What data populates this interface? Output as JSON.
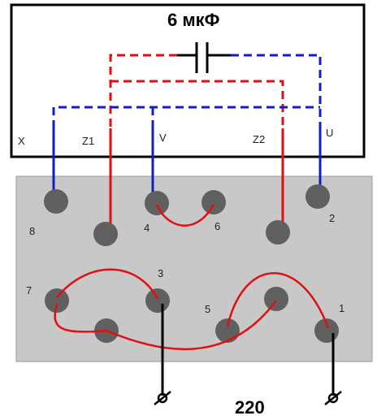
{
  "capacitor": {
    "label": "6 мкФ"
  },
  "voltage": {
    "label": "220"
  },
  "wire_labels": {
    "x": "X",
    "z1": "Z1",
    "v": "V",
    "z2": "Z2",
    "u": "U"
  },
  "terminal_numbers": {
    "t1": "1",
    "t2": "2",
    "t3": "3",
    "t4": "4",
    "t5": "5",
    "t6": "6",
    "t7": "7",
    "t8": "8"
  },
  "colors": {
    "red_wire": "#e01010",
    "blue_wire": "#1020c0",
    "black_wire": "#000000",
    "panel": "#c8c8c8",
    "terminal": "#606060"
  }
}
